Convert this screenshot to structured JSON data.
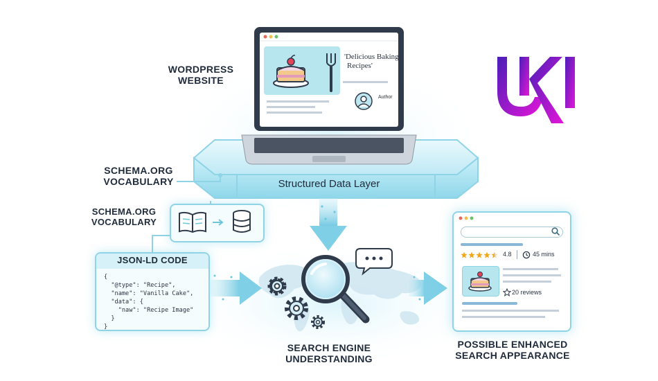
{
  "labels": {
    "wordpress": [
      "WORDPRESS",
      "WEBSITE"
    ],
    "schema_top": [
      "SCHEMA.ORG",
      "VOCABULARY"
    ],
    "schema_mid": [
      "SCHEMA.ORG",
      "VOCABULARY"
    ],
    "search_engine": [
      "SEARCH ENGINE",
      "UNDERSTANDING"
    ],
    "enhanced": [
      "POSSIBLE ENHANCED",
      "SEARCH APPEARANCE"
    ]
  },
  "laptop": {
    "title_lines": [
      "'Delicious Baking",
      "Recipes'"
    ],
    "author_label": "Author"
  },
  "layer": {
    "label": "Structured Data Layer"
  },
  "jsonld": {
    "title": "JSON-LD CODE",
    "lines": [
      "{",
      "  \"@type\": \"Recipe\",",
      "  \"name\": \"Vanilla Cake\",",
      "  \"data\": {",
      "    \"naw\": \"Recipe Image\"",
      "  }",
      "}"
    ]
  },
  "result": {
    "rating": "4.8",
    "time": "45 mins",
    "reviews": "20 reviews",
    "stars_filled": 4.5
  },
  "colors": {
    "accent": "#8fd3e6",
    "text": "#1f2a3a",
    "logo_start": "#4b1fb8",
    "logo_end": "#e316d8",
    "star": "#f2a81d"
  },
  "icons": [
    "cake-icon",
    "fork-icon",
    "user-icon",
    "book-icon",
    "database-icon",
    "gear-icon",
    "magnifier-icon",
    "chat-bubble-icon",
    "search-icon",
    "clock-icon",
    "star-icon",
    "world-map"
  ]
}
